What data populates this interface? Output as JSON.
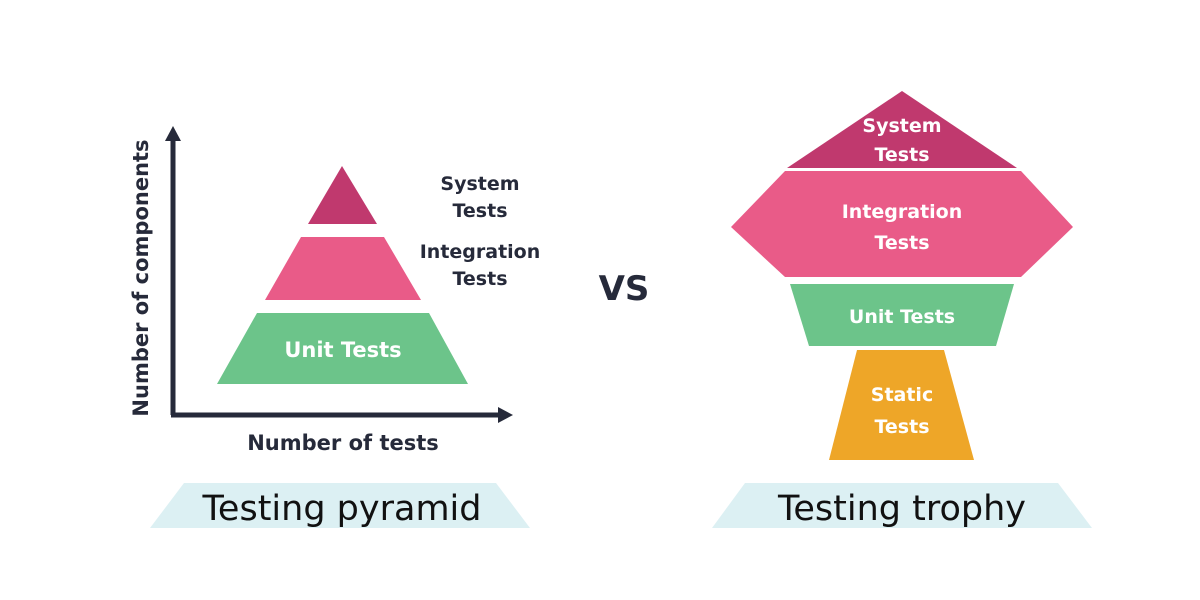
{
  "colors": {
    "system": "#c0396e",
    "integration": "#e95b88",
    "unit": "#6cc48a",
    "static": "#eea628",
    "caption_bg": "#dcf0f3",
    "axis": "#262a3a",
    "text_dark": "#262a3a"
  },
  "pyramid": {
    "y_axis_label": "Number of components",
    "x_axis_label": "Number of tests",
    "system_line1": "System",
    "system_line2": "Tests",
    "integration_line1": "Integration",
    "integration_line2": "Tests",
    "unit_label": "Unit Tests",
    "caption": "Testing pyramid"
  },
  "versus": "VS",
  "trophy": {
    "system_line1": "System",
    "system_line2": "Tests",
    "integration_line1": "Integration",
    "integration_line2": "Tests",
    "unit_label": "Unit Tests",
    "static_line1": "Static",
    "static_line2": "Tests",
    "caption": "Testing trophy"
  }
}
